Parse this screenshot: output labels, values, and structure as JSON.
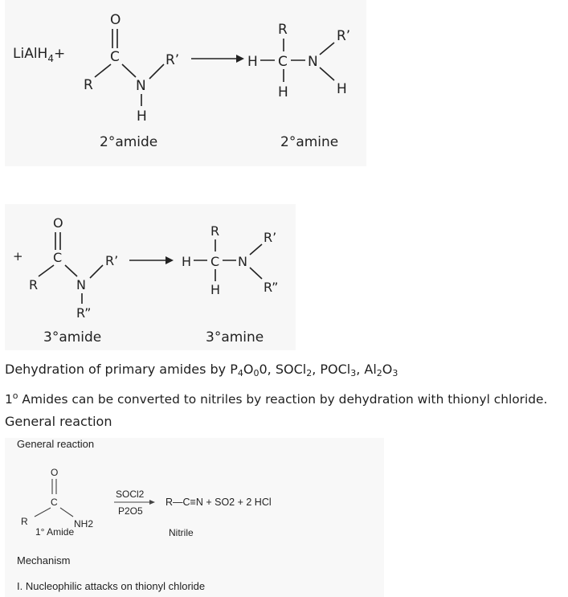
{
  "reaction1": {
    "reagent": "LiAlH4+",
    "left_caption": "2°amide",
    "right_caption": "2°amine",
    "o": "O",
    "c": "C",
    "r": "R",
    "rp": "R’",
    "n": "N",
    "h": "H"
  },
  "reaction2": {
    "plus": "+",
    "left_caption": "3°amide",
    "right_caption": "3°amine",
    "o": "O",
    "c": "C",
    "r": "R",
    "rp": "R’",
    "rpp": "R”",
    "n": "N",
    "h": "H"
  },
  "text": {
    "dehydration_prefix": "Dehydration of primary amides by P",
    "p_sub": "4",
    "o_char": "O",
    "o_sub": "0",
    "after_o": "0, SOCl",
    "socl_sub": "2",
    "pocl": ", POCl",
    "pocl_sub": "3",
    "al": ", Al",
    "al_sub": "2",
    "o2": "O",
    "o2_sub": "3",
    "degree": "1",
    "degree_sup": "o",
    "amides_line": " Amides can be converted to nitriles by reaction by dehydration with thionyl chloride.",
    "general_reaction": "General reaction"
  },
  "scheme": {
    "title": "General reaction",
    "reagent_top": "SOCl2",
    "reagent_bottom": "P2O5",
    "product": "R—C≡N + SO2 + 2 HCl",
    "amide_label": "1° Amide",
    "nitrile_label": "Nitrile",
    "nh2": "NH2",
    "o": "O",
    "c": "C",
    "r": "R",
    "mechanism": "Mechanism",
    "step1": "I. Nucleophilic attacks on thionyl chloride"
  }
}
